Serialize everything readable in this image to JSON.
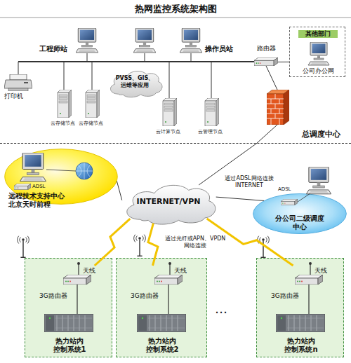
{
  "diagram": {
    "title": "热网监控系统架构图",
    "nodes": [
      {
        "text": [
          "总调度中心"
        ]
      },
      {
        "text": [
          "其他部门",
          "公司办公网"
        ],
        "in": 0
      },
      {
        "text": [
          "路由器"
        ],
        "in": 0
      },
      {
        "text": [
          "PVSS、GIS、运维等应用"
        ],
        "in": 0
      },
      {
        "text": [
          "INTERNET/VPN"
        ]
      },
      {
        "text": [
          "ADSL",
          "远程技术支持中心 北京天时前程"
        ]
      },
      {
        "text": [
          "ADSL",
          "分公司二级调度中心"
        ]
      },
      {
        "text": [
          "热力站内 控制系统1"
        ]
      },
      {
        "text": [
          "天线",
          "3G路由器"
        ],
        "in": 7
      },
      {
        "text": [
          "热力站内 控制系统2"
        ]
      },
      {
        "text": [
          "天线",
          "3G路由器"
        ],
        "in": 9
      },
      {
        "text": [
          "热力站内 控制系统n"
        ]
      },
      {
        "text": [
          "天线",
          "3G路由器"
        ],
        "in": 11
      }
    ],
    "edges": [
      {
        "from": 0,
        "to": 4,
        "arrow": "none"
      },
      {
        "from": 2,
        "to": 1,
        "arrow": "none"
      },
      {
        "from": 4,
        "to": 5,
        "arrow": "none"
      },
      {
        "from": 4,
        "to": 6,
        "label": "通过ADSL网络连接 INTERNET",
        "arrow": "none"
      },
      {
        "from": 4,
        "to": 8,
        "arrow": "none"
      },
      {
        "from": 4,
        "to": 10,
        "label": "通过光纤或APN、VPDN 网络连接",
        "arrow": "none"
      },
      {
        "from": 4,
        "to": 12,
        "arrow": "none"
      }
    ],
    "labels": [
      "工程师站",
      "操作员站",
      "打印机",
      "云存储节点",
      "云存储节点",
      "云计算节点",
      "云管理节点",
      "…"
    ]
  }
}
